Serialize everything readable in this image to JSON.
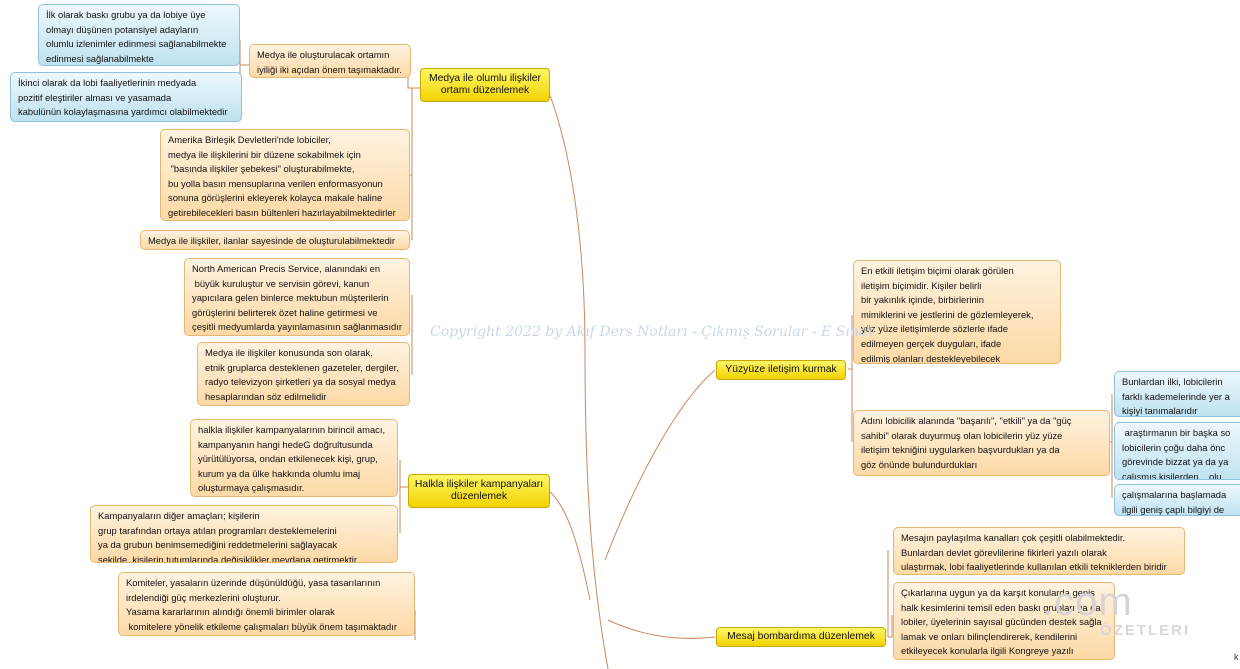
{
  "watermark": "Copyright 2022 by Akıf Ders Notları - Çıkmış Sorular - E Sınav",
  "logo": {
    "main": ".com",
    "sub": "ÖZETLERI"
  },
  "corner_text": "k",
  "topics": {
    "t1": "Medya ile olumlu ilişkiler\nortamı düzenlemek",
    "t2": "Halkla ilişkiler kampanyaları\ndüzenlemek",
    "t3": "Yüzyüze iletişim kurmak",
    "t4": "Mesaj bombardıma düzenlemek"
  },
  "nodes": {
    "n1": "İlk olarak baskı grubu ya da lobiye üye\nolmayı düşünen potansiyel adayların\nolumlu izlenimler edinmesi sağlanabilmekte\nedinmesi sağlanabilmekte",
    "n2": "İkinci olarak da lobi faaliyetlerinin medyada\npozitif eleştiriler alması ve yasamada\nkabulünün kolaylaşmasına yardımcı olabilmektedir",
    "n3": "Medya ile oluşturulacak ortamın\niyiliği iki açıdan önem taşımaktadır.",
    "n4": "Amerika Birleşik Devletleri'nde lobiciler,\nmedya ile ilişkilerini bir düzene sokabilmek için\n \"basında ilişkiler şebekesi\" oluşturabilmekte,\nbu yolla basın mensuplarına verilen enformasyonun\nsonuna görüşlerini ekleyerek kolayca makale haline\ngetirebilecekleri basın bültenleri hazırlayabilmektedirler",
    "n5": "Medya ile ilişkiler, ilanlar sayesinde de oluşturulabilmektedir",
    "n6": "North American Precis Service, alanındaki en\n büyük kuruluştur ve servisin görevi, kanun\nyapıcılara gelen binlerce mektubun müşterilerin\ngörüşlerini belirterek özet haline getirmesi ve\nçeşitli medyumlarda yayınlamasının sağlanmasıdır",
    "n7": "Medya ile ilişkiler konusunda son olarak,\netnik gruplarca desteklenen gazeteler, dergiler,\nradyo televizyon şirketleri ya da sosyal medya\nhesaplarından söz edilmelidir",
    "n8": "halkla ilişkiler kampanyalarının birincil amacı,\nkampanyanın hangi hedeG doğrultusunda\nyürütülüyorsa, ondan etkilenecek kişi, grup,\nkurum ya da ülke hakkında olumlu imaj\noluşturmaya çalışmasıdır.",
    "n9": "Kampanyaların diğer amaçları; kişilerin\ngrup tarafından ortaya atılan programları desteklemelerini\nya da grubun benimsemediğini reddetmelerini sağlayacak\nşekilde, kişilerin tutumlarında değişiklikler meydana getirmektir.",
    "n10": "Komiteler, yasaların üzerinde düşünüldüğü, yasa tasarılarının\nirdelendiği güç merkezlerini oluşturur.\nYasama kararlarının alındığı önemli birimler olarak\n komitelere yönelik etkileme çalışmaları büyük önem taşımaktadır",
    "n11": "En etkili iletişim biçimi olarak görülen\niletişim biçimidir. Kişiler belirli\nbir yakınlık içinde, birbirlerinin\nmimiklerini ve jestlerini de gözlemleyerek,\nyüz yüze iletişimlerde sözlerle ifade\nedilmeyen gerçek duyguları, ifade\nedilmiş olanları destekleyebilecek\nek söylenenleri yorumlayabilir",
    "n12": "Adını lobicilik alanında \"başarılı\", \"etkili\" ya da \"güç\nsahibi\" olarak duyurmuş olan lobicilerin yüz yüze\niletişim tekniğini uygularken başvurdukları ya da\ngöz önünde bulundurdukları\nbazı önemli noktalar söz konusudur.",
    "n13": "Bunlardan ilki, lobicilerin\nfarklı kademelerinde yer a\nkişiyi tanımalarıdır",
    "n14": " araştırmanın bir başka so\nlobicilerin çoğu daha önc\ngörevinde bizzat ya da ya\nçalışmış kişilerden    olu",
    "n15": "çalışmalarına başlamada\nilgili geniş çaplı bilgiyi de",
    "n16": "Mesajın paylaşılma kanalları çok çeşitli olabilmektedir.\nBunlardan devlet görevlilerine fikirleri yazılı olarak\nulaştırmak, lobi faaliyetlerinde kullanılan etkili tekniklerden biridir",
    "n17": "Çıkarlarına uygun ya da karşıt konularda geniş\nhalk kesimlerini temsil eden baskı grupları ya da\nlobiler, üyelerinin sayısal gücünden destek sağla\nlamak ve onları bilinçlendirerek, kendilerini\netkileyecek konularla ilgili Kongreye yazılı"
  }
}
